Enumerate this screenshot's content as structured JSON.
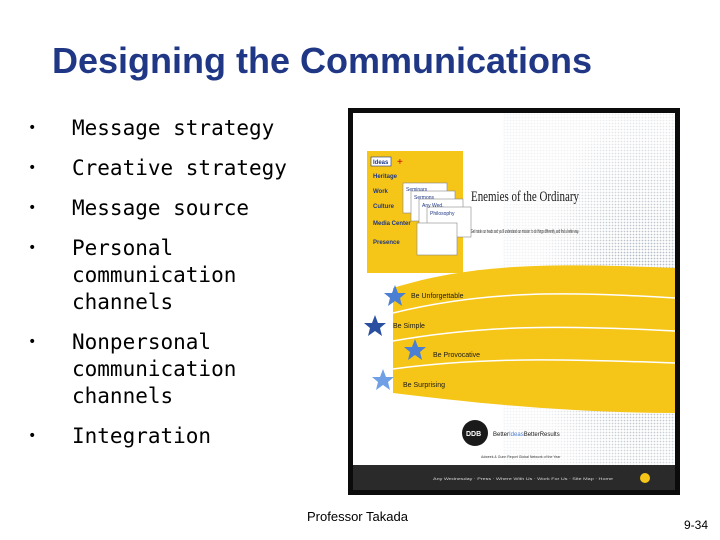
{
  "slide": {
    "title": "Designing the Communications",
    "bullets": [
      {
        "label": "Message strategy"
      },
      {
        "label": "Creative strategy"
      },
      {
        "label": "Message source"
      },
      {
        "label": "Personal communication channels"
      },
      {
        "label": "Nonpersonal communication channels"
      },
      {
        "label": "Integration"
      }
    ],
    "footer": "Professor Takada",
    "page_number": "9-34"
  },
  "ad": {
    "headline": "Enemies of the Ordinary",
    "body": "Get inside our heads and you'll understand our mission: to do things differently, and find a better way.",
    "nav_items": [
      "Ideas",
      "Heritage",
      "Work",
      "Culture",
      "Media Center",
      "Presence"
    ],
    "folder_tabs": [
      "Seminars",
      "Sermons",
      "Any Wed.",
      "Philosophy"
    ],
    "banners": [
      "Be Unforgettable",
      "Be Simple",
      "Be Provocative",
      "Be Surprising"
    ],
    "logo": "DDB",
    "tagline_parts": [
      "Better",
      "Ideas",
      "Better",
      "Results"
    ],
    "award_line": "Adweek & Gunn Report Global Network of the Year",
    "bottom_nav": "Any Wednesday · Press · Where With Us · Work For Us · Site Map · Home",
    "colors": {
      "title": "#1f3784",
      "yellow": "#f5c518",
      "star": "#4a7fd4",
      "dark": "#1a1a1a"
    }
  }
}
